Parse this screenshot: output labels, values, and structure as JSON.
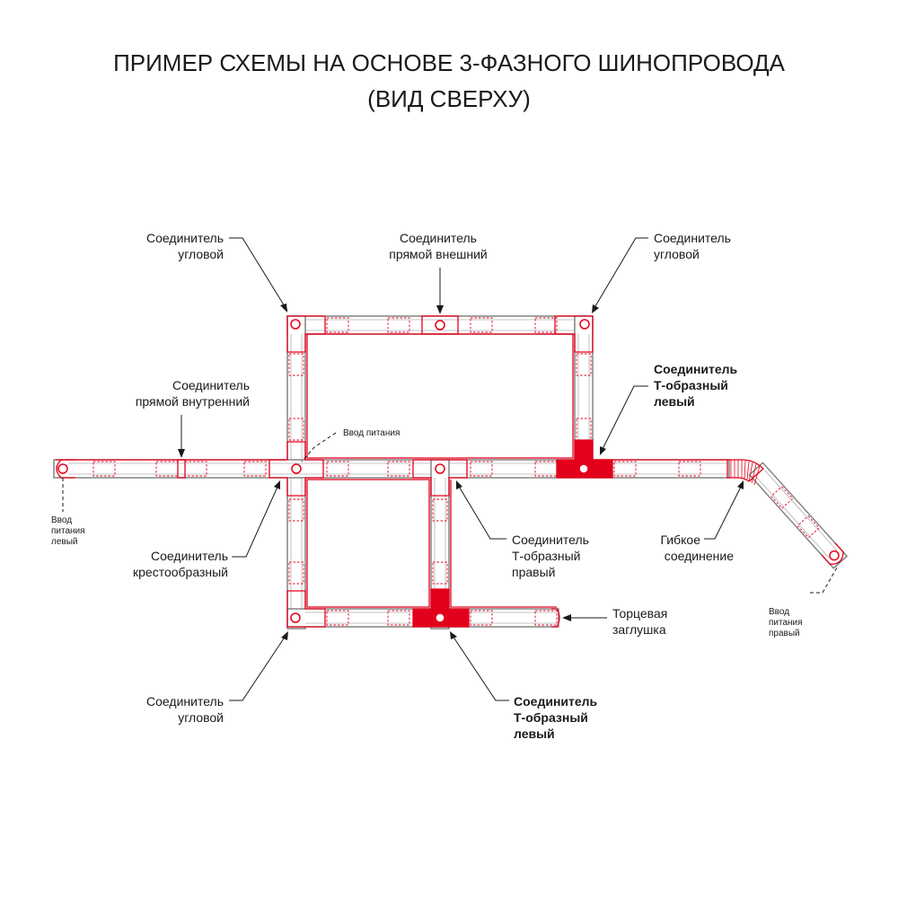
{
  "title": {
    "line1": "ПРИМЕР СХЕМЫ НА ОСНОВЕ 3-ФАЗНОГО ШИНОПРОВОДА",
    "line2": "(ВИД СВЕРХУ)"
  },
  "labels": {
    "corner_top_left": {
      "l1": "Соединитель",
      "l2": "угловой"
    },
    "straight_outer": {
      "l1": "Соединитель",
      "l2": "прямой внешний"
    },
    "corner_top_right": {
      "l1": "Соединитель",
      "l2": "угловой"
    },
    "straight_inner": {
      "l1": "Соединитель",
      "l2": "прямой внутренний"
    },
    "power_input": {
      "l1": "Ввод питания"
    },
    "t_left_top": {
      "l1": "Соединитель",
      "l2": "Т-образный",
      "l3": "левый"
    },
    "power_left": {
      "l1": "Ввод",
      "l2": "питания",
      "l3": "левый"
    },
    "cross": {
      "l1": "Соединитель",
      "l2": "крестообразный"
    },
    "t_right": {
      "l1": "Соединитель",
      "l2": "Т-образный",
      "l3": "правый"
    },
    "flexible": {
      "l1": "Гибкое",
      "l2": "соединение"
    },
    "power_right": {
      "l1": "Ввод",
      "l2": "питания",
      "l3": "правый"
    },
    "end_cap": {
      "l1": "Торцевая",
      "l2": "заглушка"
    },
    "corner_bottom_left": {
      "l1": "Соединитель",
      "l2": "угловой"
    },
    "t_left_bottom": {
      "l1": "Соединитель",
      "l2": "Т-образный",
      "l3": "левый"
    }
  },
  "colors": {
    "accent": "#e3001b",
    "rail": "#7a7a7a",
    "text": "#1a1a1a"
  }
}
